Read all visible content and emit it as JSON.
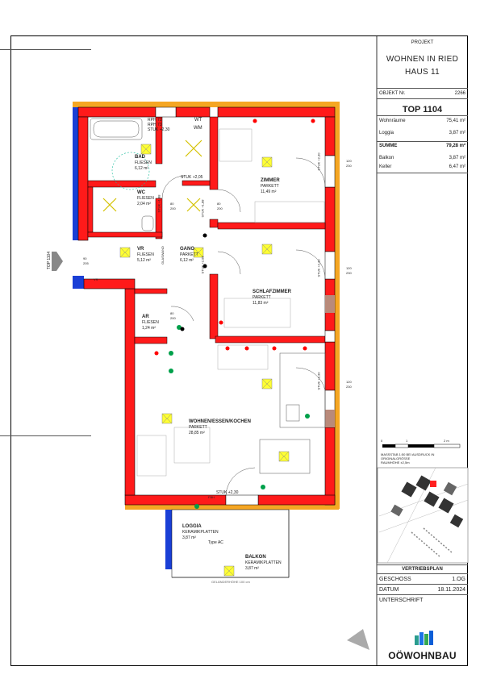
{
  "title_block": {
    "project_label": "PROJEKT",
    "project_name_line1": "WOHNEN IN RIED",
    "project_name_line2": "HAUS 11",
    "object_label": "OBJEKT Nr.",
    "object_number": "2266",
    "unit": "TOP 1104",
    "areas": [
      {
        "label": "Wohnräume",
        "value": "75,41 m²"
      },
      {
        "label": "Loggia",
        "value": "3,87 m²"
      },
      {
        "label": "SUMME",
        "value": "79,28 m²"
      },
      {
        "label": "Balkon",
        "value": "3,87 m²"
      },
      {
        "label": "Keller",
        "value": "6,47 m²"
      }
    ],
    "scale_ticks": [
      "0",
      "1",
      "2 m"
    ],
    "scale_note_line1": "MASSSTAB  1:50  BEI  AUSDRUCK  IN",
    "scale_note_line2": "ORIGINALGRÖSSE",
    "scale_note_line3": "RAUMHÖHE ±2,5m",
    "plan_type": "VERTRIEBSPLAN",
    "floor_label": "GESCHOSS",
    "floor_value": "1.OG",
    "date_label": "DATUM",
    "date_value": "18.11.2024",
    "signature_label": "UNTERSCHRIFT",
    "brand": "OÖWOHNBAU"
  },
  "rooms": [
    {
      "name": "BAD",
      "floor": "FLIESEN",
      "area": "6,12 m²"
    },
    {
      "name": "WC",
      "floor": "FLIESEN",
      "area": "2,04 m²"
    },
    {
      "name": "VR",
      "floor": "FLIESEN",
      "area": "5,12 m²"
    },
    {
      "name": "GANG",
      "floor": "PARKETT",
      "area": "6,12 m²"
    },
    {
      "name": "ZIMMER",
      "floor": "PARKETT",
      "area": "11,49 m²"
    },
    {
      "name": "SCHLAFZIMMER",
      "floor": "PARKETT",
      "area": "11,83 m²"
    },
    {
      "name": "AR",
      "floor": "FLIESEN",
      "area": "1,24 m²"
    },
    {
      "name": "WOHNEN/ESSEN/KOCHEN",
      "floor": "PARKETT",
      "area": "28,85 m²"
    },
    {
      "name": "LOGGIA",
      "floor": "KERAMIKPLATTEN",
      "area": "3,87 m²"
    },
    {
      "name": "BALKON",
      "floor": "KERAMIKPLATTEN",
      "area": "3,87 m²"
    }
  ],
  "plan_labels": {
    "top_marker": "TOP 1104",
    "rph1": "RPH 72",
    "rph2": "RPH 73",
    "stuk_bad": "STUK +2,30",
    "stuk_wc": "STUK +2,05",
    "stuk_gang1": "STUK +1,88",
    "stuk_gang2": "STUK +1,88",
    "stuk_vr": "STUK +2,05",
    "stuk_wohn": "STUK +2,30",
    "stuk_r1": "STUK +2,30",
    "stuk_r2": "STUK +2,30",
    "stuk_r3": "STUK +2,30",
    "wm": "WM",
    "wt": "WT",
    "type_ac": "Type AC",
    "vs": "VS",
    "fbh": "FBH",
    "glass_top": "GLASWAND",
    "railing": "GELÄNDERHÖHE 100 cm",
    "dim_120a": "120",
    "dim_230a": "230",
    "dim_120b": "120",
    "dim_230b": "230",
    "dim_120c": "120",
    "dim_230c": "230",
    "dim_80a": "80",
    "dim_200a": "200",
    "dim_90": "90",
    "dim_205": "205",
    "dim_80b": "80",
    "dim_200b": "200",
    "dim_80c": "80",
    "dim_200c": "200"
  }
}
